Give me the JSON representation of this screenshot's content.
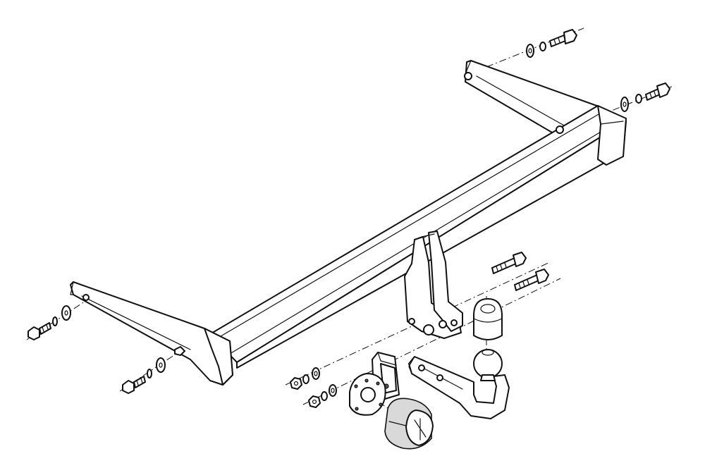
{
  "diagram": {
    "kind": "exploded assembly drawing",
    "colors": {
      "line": "#111111",
      "fill": "#ffffff",
      "shade": "#d9d9d9"
    },
    "parts": [
      "crossbar",
      "right-side-bracket",
      "left-side-bracket",
      "center-mount-plate",
      "tow-ball-neck",
      "tow-ball",
      "ball-cap",
      "socket-bracket",
      "electrical-socket",
      "socket-cap",
      "hex-bolt",
      "washer",
      "lock-washer",
      "hex-nut"
    ]
  }
}
